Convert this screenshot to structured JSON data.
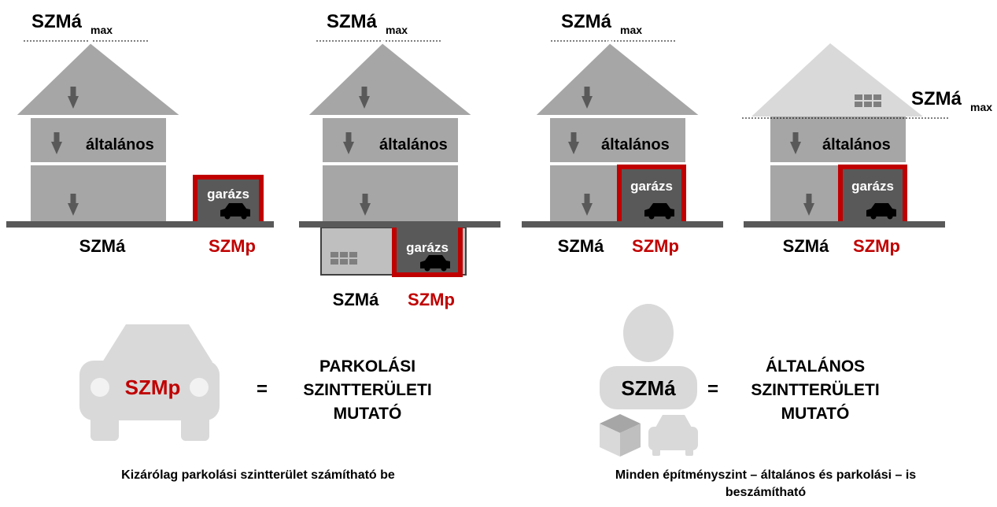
{
  "houses": [
    {
      "max_label": "SZMá",
      "max_sub": "max",
      "general_label": "általános",
      "garage_label": "garázs",
      "szma_label": "SZMá",
      "szmp_label": "SZMp"
    },
    {
      "max_label": "SZMá",
      "max_sub": "max",
      "general_label": "általános",
      "garage_label": "garázs",
      "szma_label": "SZMá",
      "szmp_label": "SZMp"
    },
    {
      "max_label": "SZMá",
      "max_sub": "max",
      "general_label": "általános",
      "garage_label": "garázs",
      "szma_label": "SZMá",
      "szmp_label": "SZMp"
    },
    {
      "max_label": "SZMá",
      "max_sub": "max",
      "general_label": "általános",
      "garage_label": "garázs",
      "szma_label": "SZMá",
      "szmp_label": "SZMp"
    }
  ],
  "legend": {
    "left": {
      "symbol": "SZMp",
      "equals": "=",
      "definition_lines": [
        "PARKOLÁSI",
        "SZINTTERÜLETI",
        "MUTATÓ"
      ],
      "caption": "Kizárólag parkolási szintterület számítható be"
    },
    "right": {
      "symbol": "SZMá",
      "equals": "=",
      "definition_lines": [
        "ÁLTALÁNOS",
        "SZINTTERÜLETI",
        "MUTATÓ"
      ],
      "caption_lines": [
        "Minden építményszint – általános és parkolási – is",
        "beszámítható"
      ]
    }
  },
  "colors": {
    "house_fill": "#a6a6a6",
    "roof_light": "#d9d9d9",
    "outline": "#ffffff",
    "garage_fill": "#595959",
    "garage_border": "#c00000",
    "ground": "#595959",
    "red_text": "#c00000",
    "legend_icon": "#d9d9d9"
  }
}
